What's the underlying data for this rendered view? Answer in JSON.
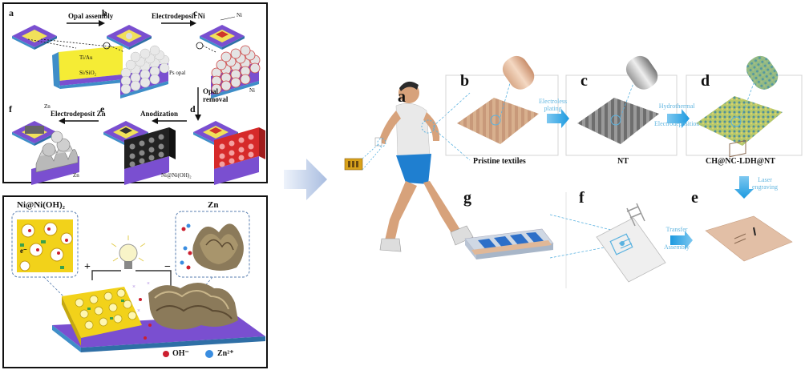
{
  "left_top": {
    "panel_labels": [
      "a",
      "b",
      "c",
      "d",
      "e",
      "f"
    ],
    "steps": {
      "opal": "Opal assembly",
      "ni": "Electrodeposit Ni",
      "removal": "Opal\nremoval",
      "anod": "Anodization",
      "zn": "Electrodeposit Zn"
    },
    "labels": {
      "tiau": "Ti/Au",
      "sisio2": "Si/SiO₂",
      "psopal": "Ps opal",
      "ni1": "Ni",
      "ni2": "Ni",
      "zn_top": "Zn",
      "zn_bot": "Zn",
      "nioh": "Ni@Ni(OH)₂"
    }
  },
  "left_bottom": {
    "nioh_title": "Ni@Ni(OH)₂",
    "zn_title": "Zn",
    "electron": "e⁻",
    "plus": "+",
    "minus": "−",
    "legend_oh": "OH⁻",
    "legend_zn": "Zn²⁺",
    "colors": {
      "oh": "#cc1f2f",
      "zn": "#3a8de0",
      "nioh": "#f2d21a",
      "substrate": "#7a4fd0"
    }
  },
  "right": {
    "labels": [
      "a",
      "b",
      "c",
      "d",
      "e",
      "f",
      "g"
    ],
    "captions": {
      "pristine": "Pristine textiles",
      "nt": "NT",
      "ch": "CH@NC-LDH@NT"
    },
    "arrows": {
      "electroless": "Electroless\nplating",
      "hydro": "Hydrothermal\nElectrodeposition",
      "laser": "Laser\nengraving",
      "transfer": "Transfer\nAssembly"
    }
  }
}
